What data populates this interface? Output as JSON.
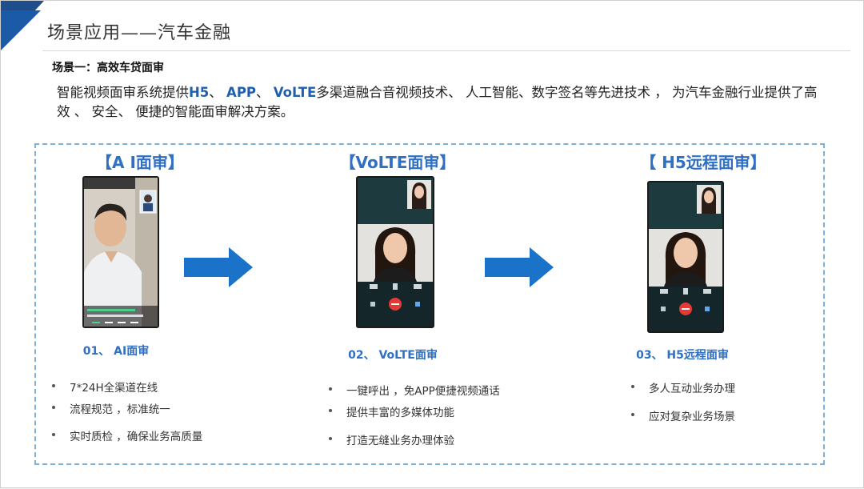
{
  "header": {
    "title": "场景应用——汽车金融"
  },
  "scene": {
    "title": "场景一：高效车贷面审"
  },
  "intro": {
    "t1": "智能视频面审系统提供",
    "k1": "H5",
    "t2": "、 ",
    "k2": "APP",
    "t3": "、 ",
    "k3": "VoLTE",
    "t4": "多渠道融合音视频技术、 人工智能、数字签名等先进技术 ， 为汽车金融行业提供了高效 、 安全、 便捷的智能面审解决方案。"
  },
  "columns": [
    {
      "title": "【A I面审】",
      "caption": "01、 AI面审",
      "bullets": [
        "7*24H全渠道在线",
        "流程规范 ，标准统一",
        "实时质检 ，确保业务高质量"
      ]
    },
    {
      "title": "【VoLTE面审】",
      "caption": "02、 VoLTE面审",
      "bullets": [
        "一键呼出 ，免APP便捷视频通话",
        "提供丰富的多媒体功能",
        "打造无缝业务办理体验"
      ]
    },
    {
      "title": "【 H5远程面审】",
      "caption": "03、 H5远程面审",
      "bullets": [
        "多人互动业务办理",
        "应对复杂业务场景"
      ]
    }
  ],
  "colors": {
    "accent": "#2f6fc4",
    "arrow": "#1a73c9",
    "corner": "#1f4e8c"
  }
}
